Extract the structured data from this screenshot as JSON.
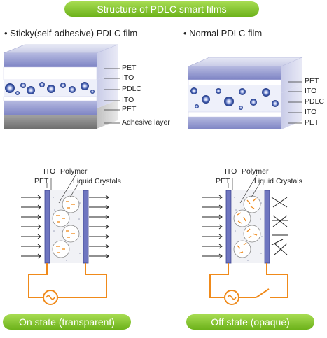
{
  "title": "Structure of PDLC smart films",
  "sticky": {
    "heading": "• Sticky(self-adhesive) PDLC film",
    "layers": [
      "PET",
      "ITO",
      "PDLC",
      "ITO",
      "PET",
      "Adhesive layer"
    ]
  },
  "normal": {
    "heading": "• Normal PDLC film",
    "layers": [
      "PET",
      "ITO",
      "PDLC",
      "ITO",
      "PET"
    ]
  },
  "on_state": {
    "labels": {
      "ito": "ITO",
      "polymer": "Polymer",
      "pet": "PET",
      "lc": "Liquid Crystals"
    },
    "caption": "On state (transparent)"
  },
  "off_state": {
    "labels": {
      "ito": "ITO",
      "polymer": "Polymer",
      "pet": "PET",
      "lc": "Liquid Crystals"
    },
    "caption": "Off state (opaque)"
  },
  "colors": {
    "pill_green": "#7cc22a",
    "pet_blue": "#8f95d0",
    "droplet_blue": "#3a56a8",
    "circuit_orange": "#f08a1a",
    "adhesive_gray": "#888888"
  }
}
